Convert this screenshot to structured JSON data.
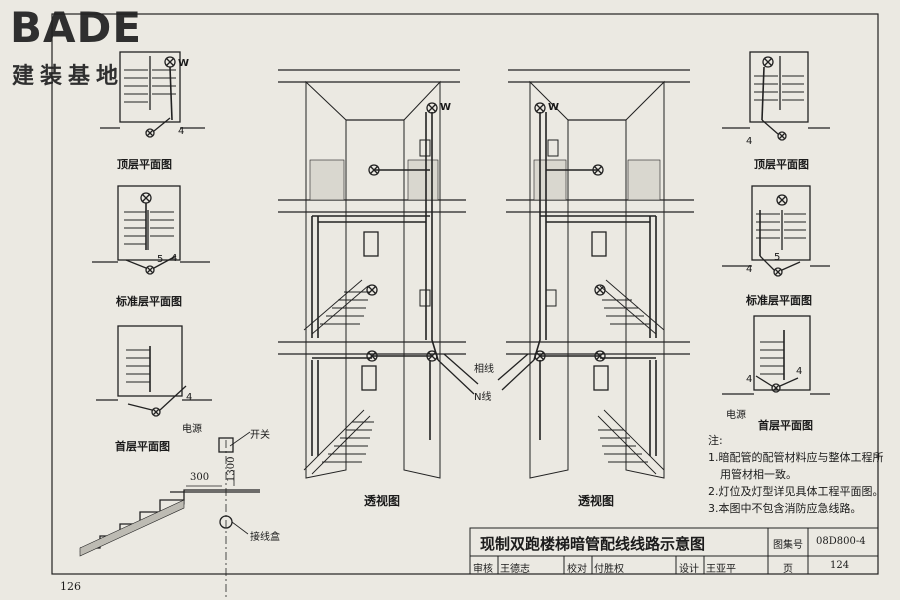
{
  "brand": {
    "title": "BADE",
    "subtitle": "建装基地"
  },
  "plans_left": {
    "top": "顶层平面图",
    "standard": "标准层平面图",
    "first": "首层平面图"
  },
  "plans_right": {
    "top": "顶层平面图",
    "standard": "标准层平面图",
    "first": "首层平面图"
  },
  "plan_labels": {
    "w": "W",
    "n4": "4",
    "n5": "5",
    "power": "电源"
  },
  "perspective_label": "透视图",
  "wire_labels": {
    "phase": "相线",
    "neutral": "N线"
  },
  "detail": {
    "switch": "开关",
    "dim_h": "300",
    "dim_v": "1300",
    "box": "接线盒"
  },
  "notes": {
    "heading": "注:",
    "items": [
      "1.暗配管的配管材料应与整体工程所",
      "用管材相一致。",
      "2.灯位及灯型详见具体工程平面图。",
      "3.本图中不包含消防应急线路。"
    ]
  },
  "title_block": {
    "title": "现制双跑楼梯暗管配线线路示意图",
    "atlas_label": "图集号",
    "atlas_no": "08D800-4",
    "review_label": "审核",
    "reviewer": "王德志",
    "check_label": "校对",
    "checker": "付胜权",
    "design_label": "设计",
    "designer": "王亚平",
    "page_label": "页",
    "page_no": "124"
  },
  "page_number": "126"
}
